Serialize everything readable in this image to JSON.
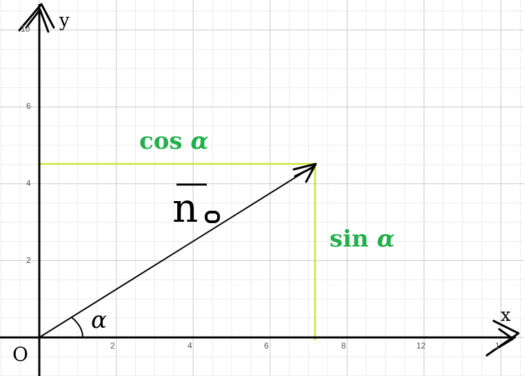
{
  "axes": {
    "x_label": "x",
    "y_label": "y",
    "origin_label": "O",
    "x_ticks": [
      "2",
      "4",
      "6",
      "8",
      "12",
      "1"
    ],
    "y_ticks": [
      "2",
      "4",
      "6",
      "10"
    ]
  },
  "labels": {
    "cos_word": "cos",
    "sin_word": "sin",
    "alpha": "α",
    "vector_letter": "n"
  },
  "colors": {
    "projection_line": "#c8e63a",
    "label_text": "#22b04b",
    "grid_minor": "#ebebeb",
    "grid_major": "#c9c9c9",
    "ink": "#000000"
  }
}
